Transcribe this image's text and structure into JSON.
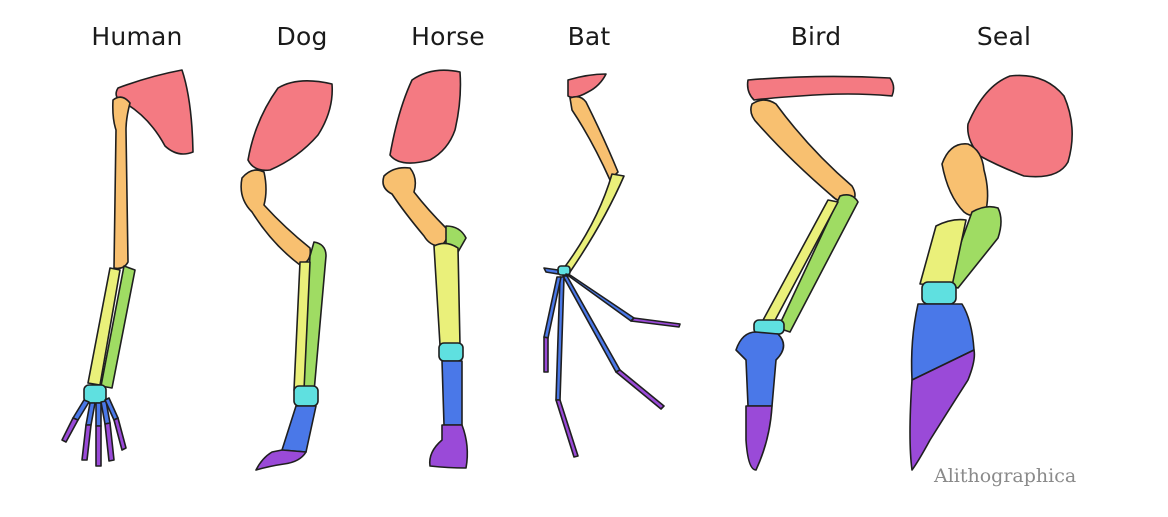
{
  "labels": {
    "human": "Human",
    "dog": "Dog",
    "horse": "Horse",
    "bat": "Bat",
    "bird": "Bird",
    "seal": "Seal"
  },
  "credit": "Alithographica",
  "colors": {
    "scapula": "#f47a82",
    "humerus": "#f8c070",
    "radius_ulna_green": "#9fdc63",
    "radius_ulna_yellow": "#eaf07a",
    "carpals": "#5fe0e0",
    "metacarpals": "#4a78e8",
    "phalanges": "#9a4ad8"
  }
}
